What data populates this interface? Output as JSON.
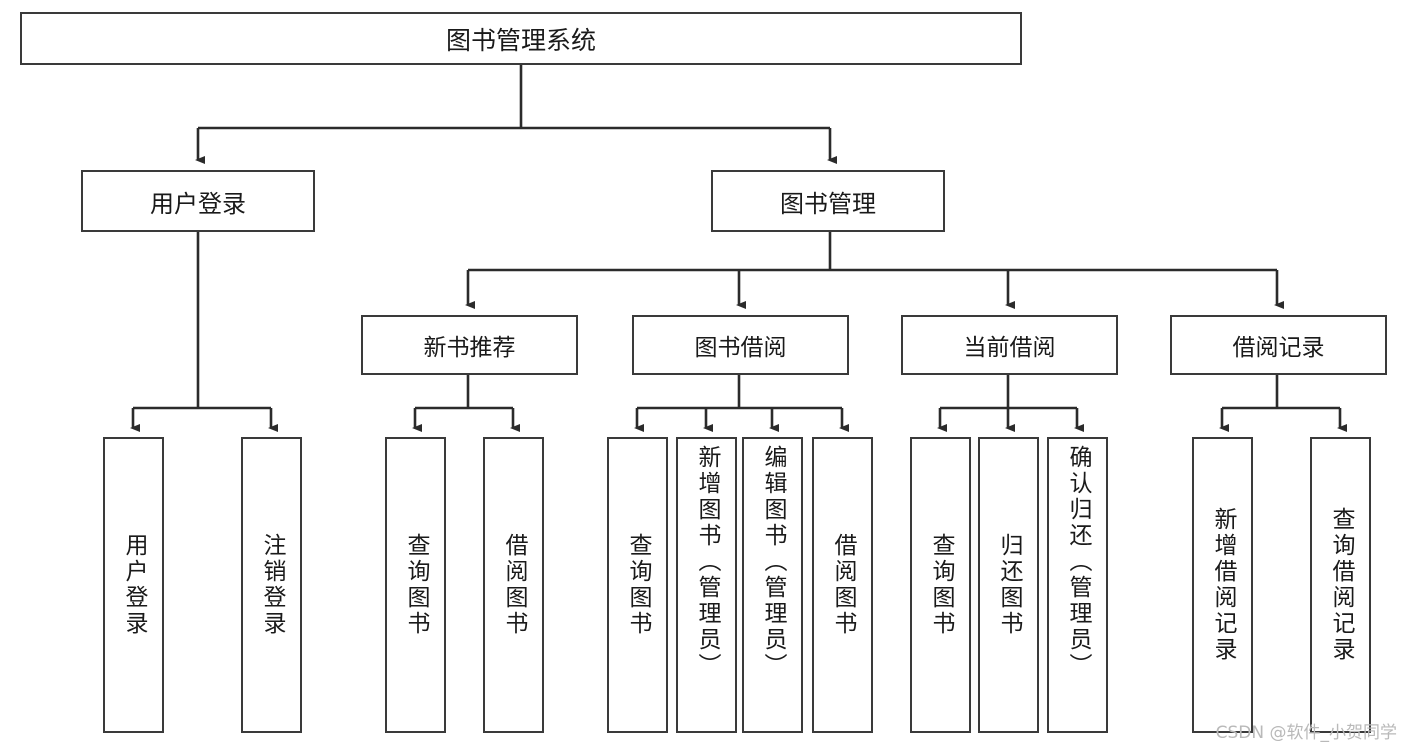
{
  "diagram": {
    "title": "图书管理系统",
    "type": "tree",
    "watermark": "CSDN @软件_小贺同学",
    "colors": {
      "box_border": "#3a3a3a",
      "box_fill": "#ffffff",
      "edge": "#2b2b2b",
      "text": "#1a1a1a",
      "watermark": "#b9b9b9",
      "background": "#ffffff"
    },
    "root": {
      "label": "图书管理系统"
    },
    "level1": [
      {
        "label": "用户登录"
      },
      {
        "label": "图书管理"
      }
    ],
    "level2": [
      {
        "label": "新书推荐"
      },
      {
        "label": "图书借阅"
      },
      {
        "label": "当前借阅"
      },
      {
        "label": "借阅记录"
      }
    ],
    "leaves": {
      "user_login": [
        {
          "label": "用户登录"
        },
        {
          "label": "注销登录"
        }
      ],
      "new_book_recommend": [
        {
          "label": "查询图书"
        },
        {
          "label": "借阅图书"
        }
      ],
      "book_borrow": [
        {
          "label": "查询图书"
        },
        {
          "label": "新增图书（管理员）"
        },
        {
          "label": "编辑图书（管理员）"
        },
        {
          "label": "借阅图书"
        }
      ],
      "current_borrow": [
        {
          "label": "查询图书"
        },
        {
          "label": "归还图书"
        },
        {
          "label": "确认归还（管理员）"
        }
      ],
      "borrow_record": [
        {
          "label": "新增借阅记录"
        },
        {
          "label": "查询借阅记录"
        }
      ]
    }
  }
}
